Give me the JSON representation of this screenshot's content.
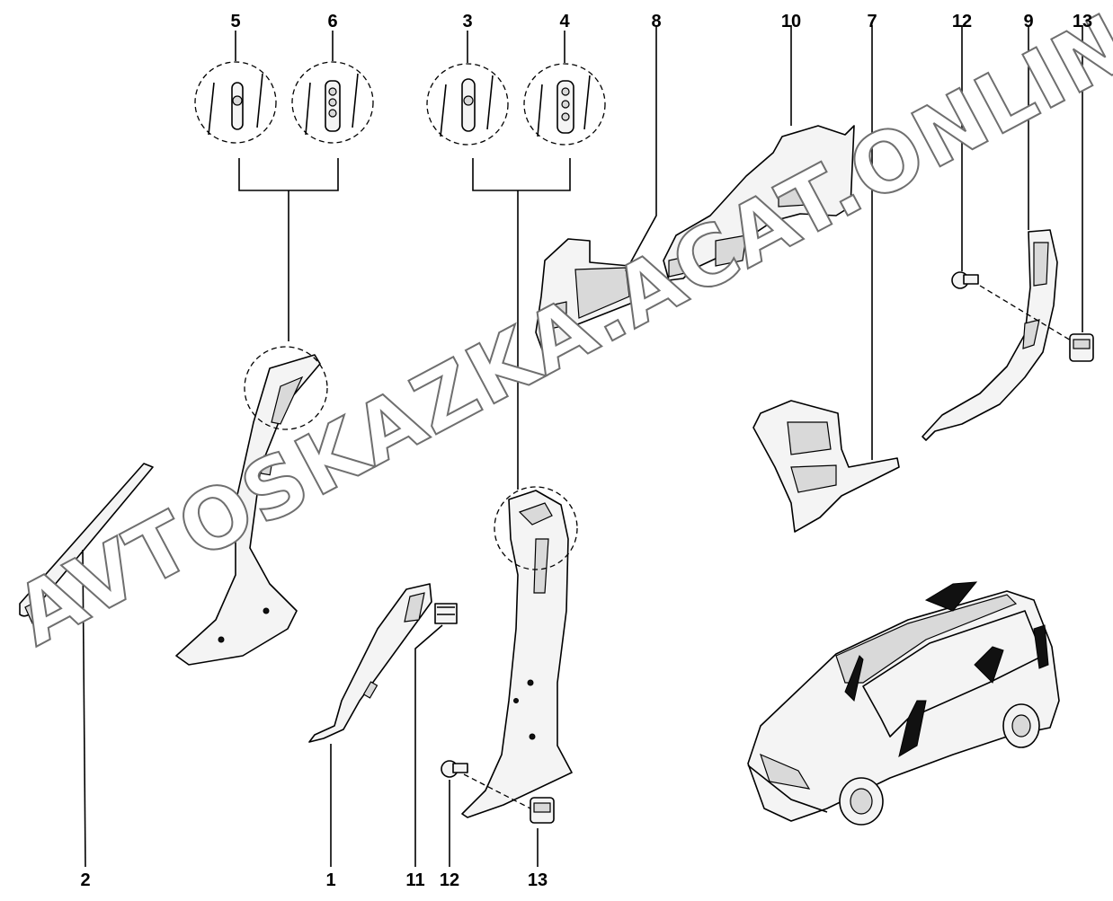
{
  "callouts": {
    "n1": "1",
    "n2": "2",
    "n3": "3",
    "n4": "4",
    "n5": "5",
    "n6": "6",
    "n7": "7",
    "n8": "8",
    "n9": "9",
    "n10": "10",
    "n11": "11",
    "n12a": "12",
    "n12b": "12",
    "n13a": "13",
    "n13b": "13"
  },
  "watermark": "AVTOSKAZKA.ACAT.ONLINE"
}
